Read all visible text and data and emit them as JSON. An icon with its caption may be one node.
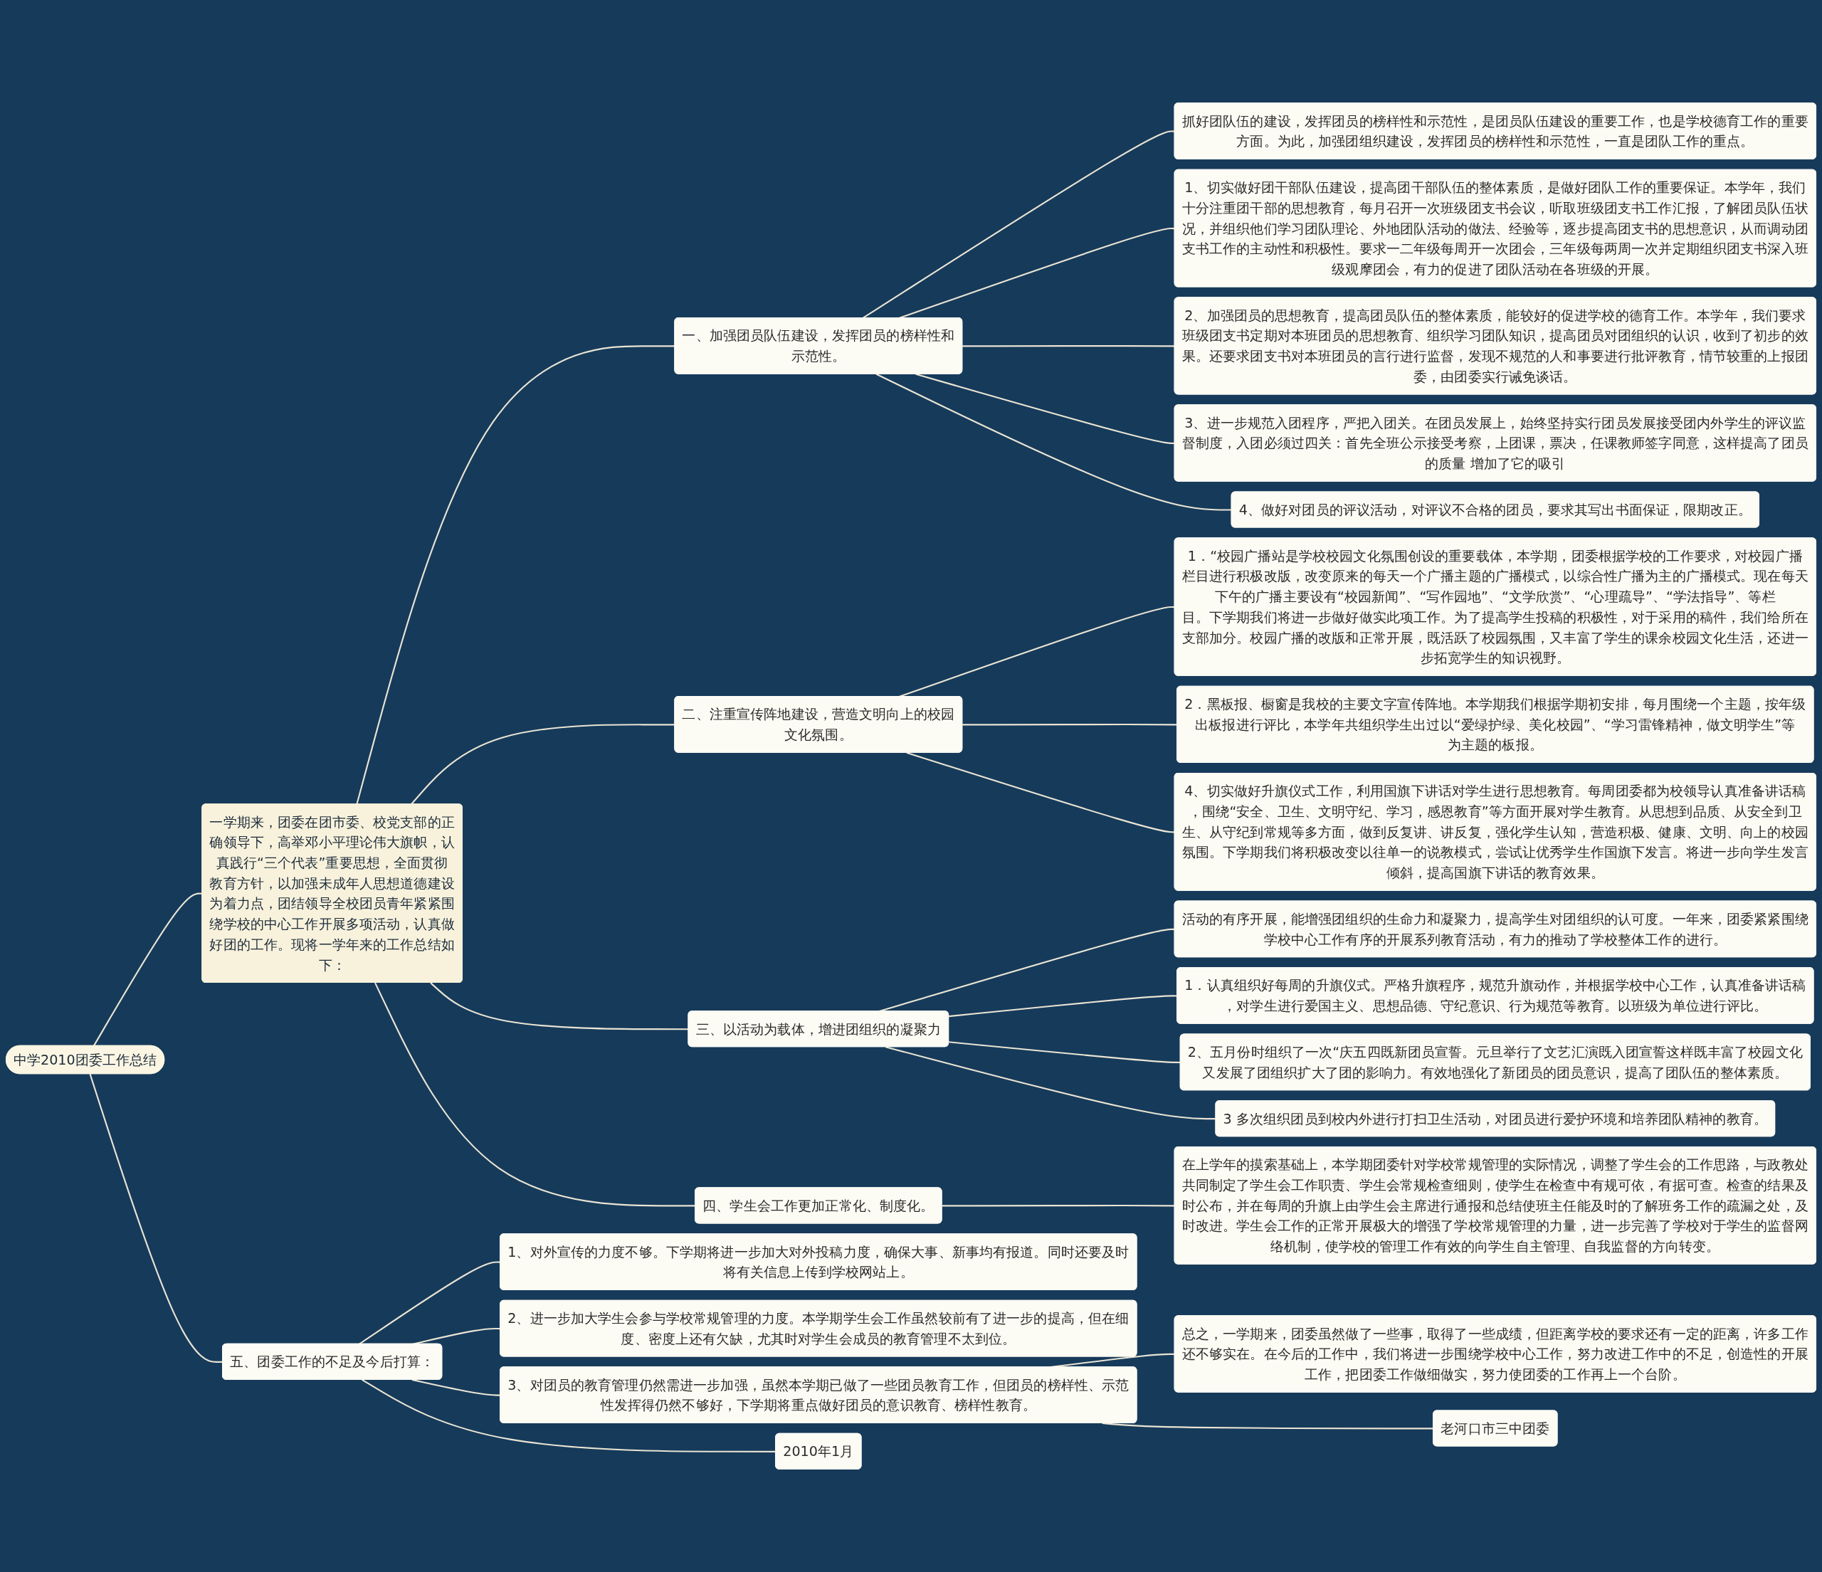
{
  "diagram": {
    "nodes": [
      {
        "text": [
          "中学2010团委工作总结"
        ]
      },
      {
        "text": [
          "一学期来，团委在团市委、校党支部的正确领导下，高举邓小平理论伟大旗帜，认真践行“三个代表”重要思想，全面贯彻教育方针，以加强未成年人思想道德建设为着力点，团结领导全校团员青年紧紧围绕学校的中心工作开展多项活动，认真做好团的工作。现将一学年来的工作总结如下："
        ]
      },
      {
        "text": [
          "一、加强团员队伍建设，发挥团员的榜样性和示范性。"
        ]
      },
      {
        "text": [
          "抓好团队伍的建设，发挥团员的榜样性和示范性，是团员队伍建设的重要工作，也是学校德育工作的重要方面。为此，加强团组织建设，发挥团员的榜样性和示范性，一直是团队工作的重点。"
        ]
      },
      {
        "text": [
          "1、切实做好团干部队伍建设，提高团干部队伍的整体素质，是做好团队工作的重要保证。本学年，我们十分注重团干部的思想教育，每月召开一次班级团支书会议，听取班级团支书工作汇报，了解团员队伍状况，并组织他们学习团队理论、外地团队活动的做法、经验等，逐步提高团支书的思想意识，从而调动团支书工作的主动性和积极性。要求一二年级每周开一次团会，三年级每两周一次并定期组织团支书深入班级观摩团会，有力的促进了团队活动在各班级的开展。"
        ]
      },
      {
        "text": [
          "2、加强团员的思想教育，提高团员队伍的整体素质，能较好的促进学校的德育工作。本学年，我们要求班级团支书定期对本班团员的思想教育、组织学习团队知识，提高团员对团组织的认识，收到了初步的效果。还要求团支书对本班团员的言行进行监督，发现不规范的人和事要进行批评教育，情节较重的上报团委，由团委实行诫免谈话。"
        ]
      },
      {
        "text": [
          "3、进一步规范入团程序，严把入团关。在团员发展上，始终坚持实行团员发展接受团内外学生的评议监督制度，入团必须过四关：首先全班公示接受考察，上团课，票决，任课教师签字同意，这样提高了团员的质量 增加了它的吸引"
        ]
      },
      {
        "text": [
          "4、做好对团员的评议活动，对评议不合格的团员，要求其写出书面保证，限期改正。"
        ]
      },
      {
        "text": [
          "二、注重宣传阵地建设，营造文明向上的校园文化氛围。"
        ]
      },
      {
        "text": [
          "1．“校园广播站是学校校园文化氛围创设的重要载体，本学期，团委根据学校的工作要求，对校园广播栏目进行积极改版，改变原来的每天一个广播主题的广播模式，以综合性广播为主的广播模式。现在每天下午的广播主要设有“校园新闻”、“写作园地”、“文学欣赏”、“心理疏导”、“学法指导”、等栏目。下学期我们将进一步做好做实此项工作。为了提高学生投稿的积极性，对于采用的稿件，我们给所在支部加分。校园广播的改版和正常开展，既活跃了校园氛围，又丰富了学生的课余校园文化生活，还进一步拓宽学生的知识视野。"
        ]
      },
      {
        "text": [
          "2．黑板报、橱窗是我校的主要文字宣传阵地。本学期我们根据学期初安排，每月围绕一个主题，按年级出板报进行评比，本学年共组织学生出过以“爱绿护绿、美化校园”、“学习雷锋精神，做文明学生”等为主题的板报。"
        ]
      },
      {
        "text": [
          "4、切实做好升旗仪式工作，利用国旗下讲话对学生进行思想教育。每周团委都为校领导认真准备讲话稿，围绕“安全、卫生、文明守纪、学习，感恩教育”等方面开展对学生教育。从思想到品质、从安全到卫生、从守纪到常规等多方面，做到反复讲、讲反复，强化学生认知，营造积极、健康、文明、向上的校园氛围。下学期我们将积极改变以往单一的说教模式，尝试让优秀学生作国旗下发言。将进一步向学生发言倾斜，提高国旗下讲话的教育效果。"
        ]
      },
      {
        "text": [
          "三、以活动为载体，增进团组织的凝聚力"
        ]
      },
      {
        "text": [
          "活动的有序开展，能增强团组织的生命力和凝聚力，提高学生对团组织的认可度。一年来，团委紧紧围绕学校中心工作有序的开展系列教育活动，有力的推动了学校整体工作的进行。"
        ]
      },
      {
        "text": [
          "1．认真组织好每周的升旗仪式。严格升旗程序，规范升旗动作，并根据学校中心工作，认真准备讲话稿，对学生进行爱国主义、思想品德、守纪意识、行为规范等教育。以班级为单位进行评比。"
        ]
      },
      {
        "text": [
          "2、五月份时组织了一次“庆五四既新团员宣誓。元旦举行了文艺汇演既入团宣誓这样既丰富了校园文化又发展了团组织扩大了团的影响力。有效地强化了新团员的团员意识，提高了团队伍的整体素质。"
        ]
      },
      {
        "text": [
          "3 多次组织团员到校内外进行打扫卫生活动，对团员进行爱护环境和培养团队精神的教育。"
        ]
      },
      {
        "text": [
          "四、学生会工作更加正常化、制度化。"
        ]
      },
      {
        "text": [
          "在上学年的摸索基础上，本学期团委针对学校常规管理的实际情况，调整了学生会的工作思路，与政教处共同制定了学生会工作职责、学生会常规检查细则，使学生在检查中有规可依，有据可查。检查的结果及时公布，并在每周的升旗上由学生会主席进行通报和总结使班主任能及时的了解班务工作的疏漏之处，及时改进。学生会工作的正常开展极大的增强了学校常规管理的力量，进一步完善了学校对于学生的监督网络机制，使学校的管理工作有效的向学生自主管理、自我监督的方向转变。"
        ]
      },
      {
        "text": [
          "五、团委工作的不足及今后打算："
        ]
      },
      {
        "text": [
          "1、对外宣传的力度不够。下学期将进一步加大对外投稿力度，确保大事、新事均有报道。同时还要及时将有关信息上传到学校网站上。"
        ]
      },
      {
        "text": [
          "2、进一步加大学生会参与学校常规管理的力度。本学期学生会工作虽然较前有了进一步的提高，但在细度、密度上还有欠缺，尤其时对学生会成员的教育管理不太到位。"
        ]
      },
      {
        "text": [
          "3、对团员的教育管理仍然需进一步加强，虽然本学期已做了一些团员教育工作，但团员的榜样性、示范性发挥得仍然不够好，下学期将重点做好团员的意识教育、榜样性教育。"
        ]
      },
      {
        "text": [
          "总之，一学期来，团委虽然做了一些事，取得了一些成绩，但距离学校的要求还有一定的距离，许多工作还不够实在。在今后的工作中，我们将进一步围绕学校中心工作，努力改进工作中的不足，创造性的开展工作，把团委工作做细做实，努力使团委的工作再上一个台阶。"
        ]
      },
      {
        "text": [
          "老河口市三中团委"
        ]
      },
      {
        "text": [
          "2010年1月"
        ]
      }
    ],
    "edges": [
      {
        "from": 0,
        "to": 1,
        "arrow": "none"
      },
      {
        "from": 1,
        "to": 2,
        "arrow": "none"
      },
      {
        "from": 2,
        "to": 3,
        "arrow": "none"
      },
      {
        "from": 2,
        "to": 4,
        "arrow": "none"
      },
      {
        "from": 2,
        "to": 5,
        "arrow": "none"
      },
      {
        "from": 2,
        "to": 6,
        "arrow": "none"
      },
      {
        "from": 2,
        "to": 7,
        "arrow": "none"
      },
      {
        "from": 1,
        "to": 8,
        "arrow": "none"
      },
      {
        "from": 8,
        "to": 9,
        "arrow": "none"
      },
      {
        "from": 8,
        "to": 10,
        "arrow": "none"
      },
      {
        "from": 8,
        "to": 11,
        "arrow": "none"
      },
      {
        "from": 1,
        "to": 12,
        "arrow": "none"
      },
      {
        "from": 12,
        "to": 13,
        "arrow": "none"
      },
      {
        "from": 12,
        "to": 14,
        "arrow": "none"
      },
      {
        "from": 12,
        "to": 15,
        "arrow": "none"
      },
      {
        "from": 12,
        "to": 16,
        "arrow": "none"
      },
      {
        "from": 1,
        "to": 17,
        "arrow": "none"
      },
      {
        "from": 17,
        "to": 18,
        "arrow": "none"
      },
      {
        "from": 0,
        "to": 19,
        "arrow": "none"
      },
      {
        "from": 19,
        "to": 20,
        "arrow": "none"
      },
      {
        "from": 19,
        "to": 21,
        "arrow": "none"
      },
      {
        "from": 19,
        "to": 22,
        "arrow": "none"
      },
      {
        "from": 22,
        "to": 23,
        "arrow": "none"
      },
      {
        "from": 22,
        "to": 24,
        "arrow": "none"
      },
      {
        "from": 19,
        "to": 25,
        "arrow": "none"
      }
    ]
  }
}
